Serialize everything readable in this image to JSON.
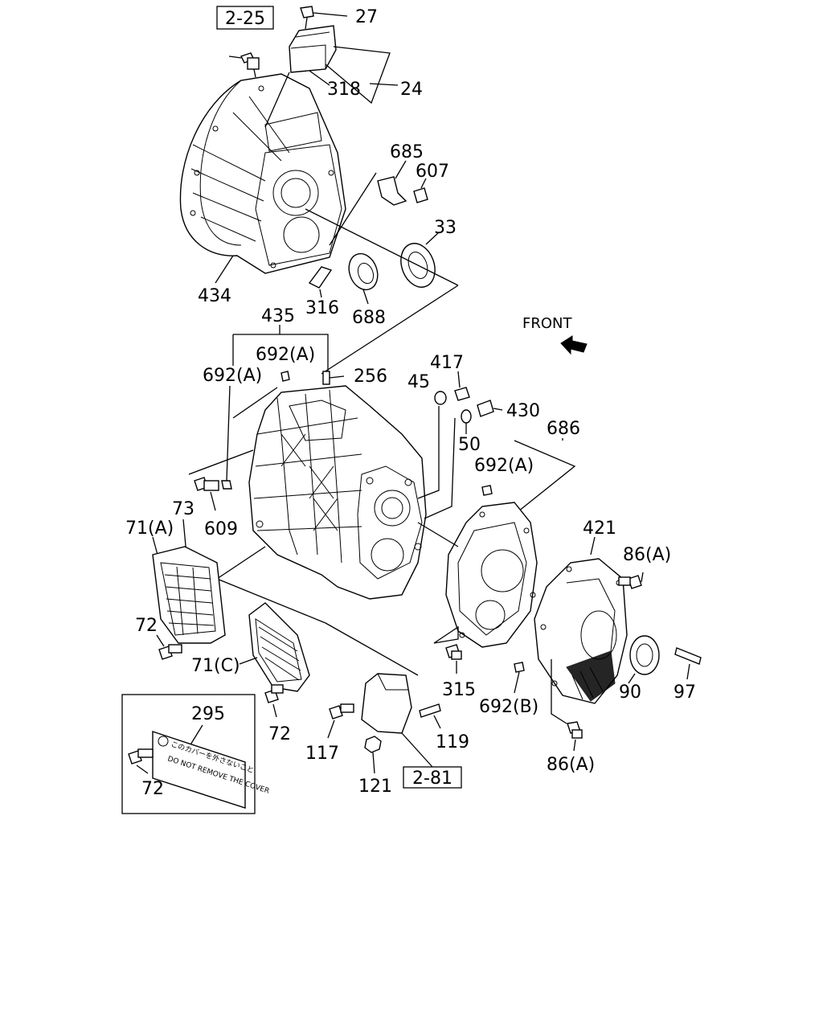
{
  "refs": {
    "top": "2-25",
    "bottom": "2-81"
  },
  "front": "FRONT",
  "labels": {
    "p27": "27",
    "p318": "318",
    "p24": "24",
    "p685": "685",
    "p607": "607",
    "p33": "33",
    "p434": "434",
    "p316": "316",
    "p688": "688",
    "p435": "435",
    "p692a_1": "692(A)",
    "p692a_2": "692(A)",
    "p256": "256",
    "p417": "417",
    "p45": "45",
    "p430": "430",
    "p50": "50",
    "p686": "686",
    "p692a_3": "692(A)",
    "p609": "609",
    "p73": "73",
    "p71a": "71(A)",
    "p421": "421",
    "p86a_1": "86(A)",
    "p72_1": "72",
    "p71c": "71(C)",
    "p315": "315",
    "p692b": "692(B)",
    "p90": "90",
    "p97": "97",
    "p295": "295",
    "p72_2": "72",
    "p117": "117",
    "p119": "119",
    "p121": "121",
    "p72_3": "72",
    "p86a_2": "86(A)"
  },
  "plate": {
    "line1": "このカバーを外さないこと",
    "line2": "DO NOT REMOVE THE COVER"
  }
}
